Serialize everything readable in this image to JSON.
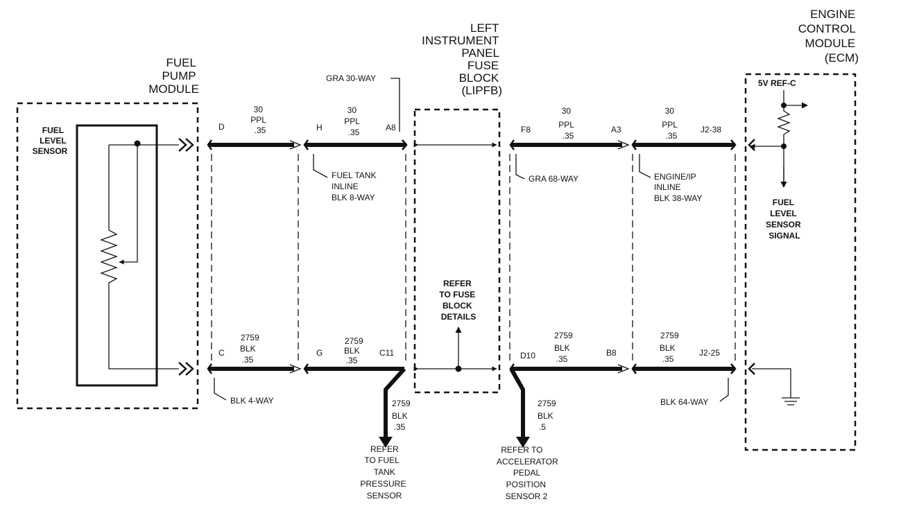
{
  "components": {
    "fuel_pump_module": [
      "FUEL",
      "PUMP",
      "MODULE"
    ],
    "fuel_level_sensor": [
      "FUEL",
      "LEVEL",
      "SENSOR"
    ],
    "lipfb": [
      "LEFT",
      "INSTRUMENT",
      "PANEL",
      "FUSE",
      "BLOCK",
      "(LIPFB)"
    ],
    "ecm": [
      "ENGINE",
      "CONTROL",
      "MODULE",
      "(ECM)"
    ],
    "ref_5v": "5V REF-C",
    "fuel_level_signal": [
      "FUEL",
      "LEVEL",
      "SENSOR",
      "SIGNAL"
    ],
    "refer_fuse": [
      "REFER",
      "TO FUSE",
      "BLOCK",
      "DETAILS"
    ]
  },
  "connectors": {
    "gra30": "GRA 30-WAY",
    "fuel_tank_inline": [
      "FUEL TANK",
      "INLINE",
      "BLK 8-WAY"
    ],
    "gra68": "GRA 68-WAY",
    "engine_ip": [
      "ENGINE/IP",
      "INLINE",
      "BLK 38-WAY"
    ],
    "blk4": "BLK 4-WAY",
    "blk64": "BLK 64-WAY"
  },
  "pins": {
    "D": "D",
    "H": "H",
    "A8": "A8",
    "F8": "F8",
    "A3": "A3",
    "J2_38": "J2-38",
    "C": "C",
    "G": "G",
    "C11": "C11",
    "D10": "D10",
    "B8": "B8",
    "J2_25": "J2-25"
  },
  "wires": {
    "top": [
      [
        "30",
        "PPL",
        ".35"
      ],
      [
        "30",
        "PPL",
        ".35"
      ],
      [
        "30",
        "PPL",
        ".35"
      ],
      [
        "30",
        "PPL",
        ".35"
      ]
    ],
    "bottom": [
      [
        "2759",
        "BLK",
        ".35"
      ],
      [
        "2759",
        "BLK",
        ".35"
      ],
      [
        "2759",
        "BLK",
        ".35"
      ],
      [
        "2759",
        "BLK",
        ".35"
      ]
    ],
    "branch_tank": [
      "2759",
      "BLK",
      ".35"
    ],
    "branch_app": [
      "2759",
      "BLK",
      ".5"
    ]
  },
  "refs": {
    "tank_pressure": [
      "REFER",
      "TO FUEL",
      "TANK",
      "PRESSURE",
      "SENSOR"
    ],
    "app": [
      "REFER TO",
      "ACCELERATOR",
      "PEDAL",
      "POSITION",
      "SENSOR 2"
    ]
  }
}
